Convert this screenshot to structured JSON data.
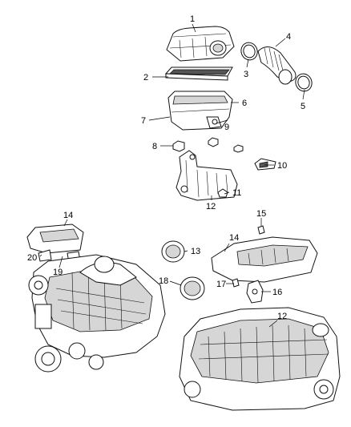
{
  "callouts": {
    "c1": "1",
    "c2": "2",
    "c3": "3",
    "c4": "4",
    "c5": "5",
    "c6": "6",
    "c7": "7",
    "c8": "8",
    "c9": "9",
    "c10": "10",
    "c11": "11",
    "c12a": "12",
    "c13": "13",
    "c14a": "14",
    "c14b": "14",
    "c15": "15",
    "c16": "16",
    "c17": "17",
    "c18": "18",
    "c19": "19",
    "c20": "20",
    "c12b": "12"
  }
}
